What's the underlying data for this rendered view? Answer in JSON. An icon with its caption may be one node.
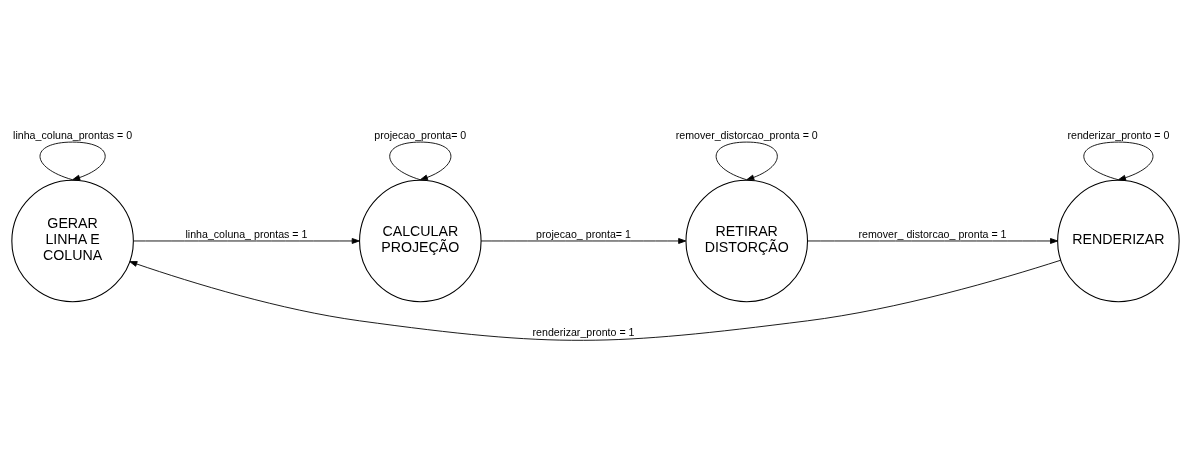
{
  "diagram": {
    "nodes": [
      {
        "text": [
          "GERAR LINHA E COLUNA"
        ]
      },
      {
        "text": [
          "CALCULAR PROJEÇÃO"
        ]
      },
      {
        "text": [
          "RETIRAR DISTORÇÃO"
        ]
      },
      {
        "text": [
          "RENDERIZAR"
        ]
      }
    ],
    "edges": [
      {
        "from": 0,
        "to": 0,
        "arrow": "to",
        "label": "linha_coluna_prontas = 0"
      },
      {
        "from": 0,
        "to": 1,
        "arrow": "to",
        "label": "linha_coluna_ prontas = 1"
      },
      {
        "from": 1,
        "to": 1,
        "arrow": "to",
        "label": "projecao_pronta= 0"
      },
      {
        "from": 1,
        "to": 2,
        "arrow": "to",
        "label": "projecao_ pronta= 1"
      },
      {
        "from": 2,
        "to": 2,
        "arrow": "to",
        "label": "remover_distorcao_pronta = 0"
      },
      {
        "from": 2,
        "to": 3,
        "arrow": "to",
        "label": "remover_ distorcao_ pronta = 1"
      },
      {
        "from": 3,
        "to": 3,
        "arrow": "to",
        "label": "renderizar_pronto = 0"
      },
      {
        "from": 3,
        "to": 0,
        "arrow": "to",
        "label": "renderizar_pronto = 1"
      }
    ]
  }
}
